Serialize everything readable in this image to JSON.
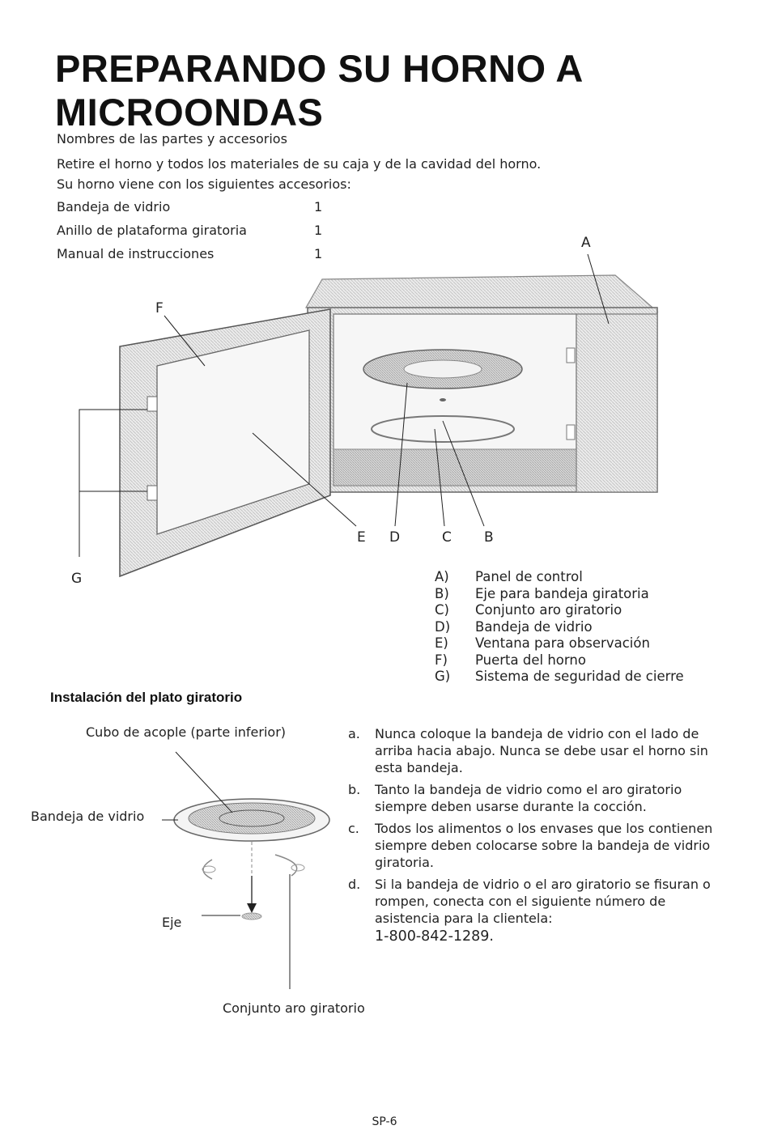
{
  "title": "PREPARANDO SU HORNO A MICROONDAS",
  "subtitle": "Nombres de las partes y accesorios",
  "intro": [
    "Retire el horno y todos los materiales de su caja y de la cavidad del horno.",
    "Su horno viene con los siguientes accesorios:"
  ],
  "accessories": [
    {
      "name": "Bandeja de vidrio",
      "qty": "1"
    },
    {
      "name": "Anillo de plataforma giratoria",
      "qty": "1"
    },
    {
      "name": "Manual de instrucciones",
      "qty": "1"
    }
  ],
  "oven_diagram_labels": {
    "a": "A",
    "b": "B",
    "c": "C",
    "d": "D",
    "e": "E",
    "f": "F",
    "g": "G"
  },
  "parts_legend": [
    {
      "letter": "A)",
      "name": "Panel de control"
    },
    {
      "letter": "B)",
      "name": "Eje para bandeja giratoria"
    },
    {
      "letter": "C)",
      "name": "Conjunto aro giratorio"
    },
    {
      "letter": "D)",
      "name": "Bandeja de vidrio"
    },
    {
      "letter": "E)",
      "name": "Ventana para observación"
    },
    {
      "letter": "F)",
      "name": "Puerta del horno"
    },
    {
      "letter": "G)",
      "name": "Sistema de seguridad de cierre"
    }
  ],
  "installation": {
    "heading": "Instalación del plato giratorio",
    "diagram_labels": {
      "hub": "Cubo de acople (parte inferior)",
      "tray": "Bandeja de vidrio",
      "shaft": "Eje",
      "ring": "Conjunto aro giratorio"
    },
    "instructions": [
      {
        "letter": "a.",
        "text": "Nunca coloque la bandeja de vidrio con el lado de arriba hacia abajo. Nunca se debe usar el horno sin esta bandeja."
      },
      {
        "letter": "b.",
        "text": "Tanto la bandeja de vidrio como el aro giratorio siempre deben usarse durante la cocción."
      },
      {
        "letter": "c.",
        "text": "Todos los alimentos o los envases que los contienen siempre deben colocarse sobre la bandeja de vidrio giratoria."
      },
      {
        "letter": "d.",
        "text": "Si la bandeja de vidrio o el aro giratorio se fisuran o rompen, conecta con el siguiente número de asistencia para la clientela:"
      }
    ],
    "phone": "1-800-842-1289."
  },
  "page_number": "SP-6"
}
